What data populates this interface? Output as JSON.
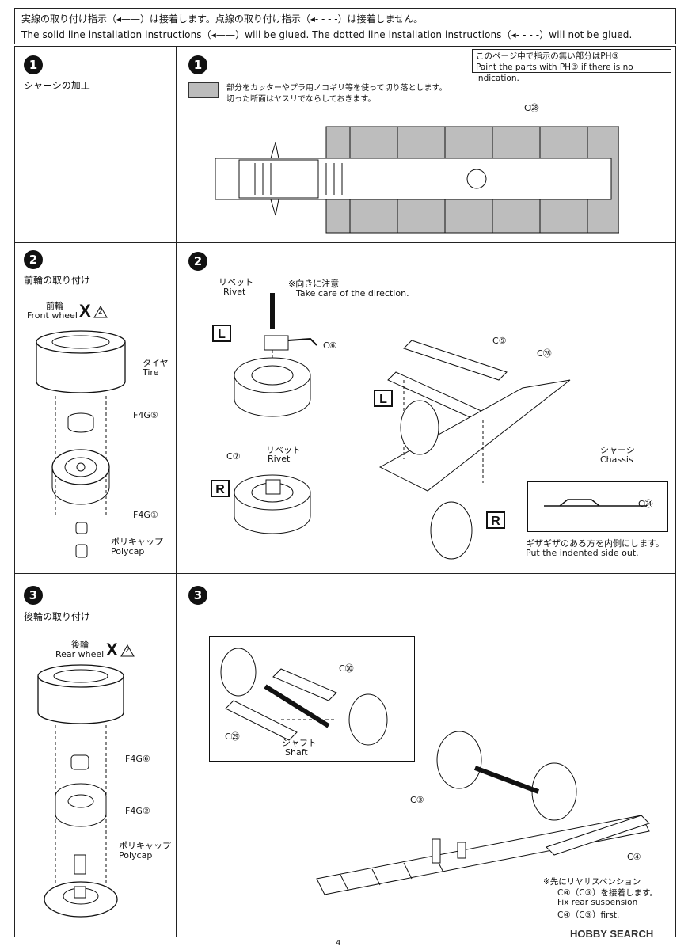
{
  "header": {
    "line_jp": "実線の取り付け指示（◂——）は接着します。点線の取り付け指示（◂- - - -）は接着しません。",
    "line_en": "The solid line installation instructions（◂——）will be glued. The dotted line installation instructions（◂- - - -）will not be glued."
  },
  "left": {
    "step1": {
      "num": "1",
      "title": "シャーシの加工"
    },
    "step2": {
      "num": "2",
      "title": "前輪の取り付け",
      "wheel_jp": "前輪",
      "wheel_en": "Front wheel",
      "count": "X",
      "count_num": "2",
      "tire_jp": "タイヤ",
      "tire_en": "Tire",
      "part_a": "F4G⑤",
      "part_b": "F4G①",
      "poly_jp": "ポリキャップ",
      "poly_en": "Polycap"
    },
    "step3": {
      "num": "3",
      "title": "後輪の取り付け",
      "wheel_jp": "後輪",
      "wheel_en": "Rear wheel",
      "count": "X",
      "count_num": "2",
      "part_a": "F4G⑥",
      "part_b": "F4G②",
      "poly_jp": "ポリキャップ",
      "poly_en": "Polycap"
    }
  },
  "right": {
    "note_jp": "このページ中で指示の無い部分はPH③",
    "note_en": "Paint the parts with PH③ if there is no indication.",
    "step1": {
      "num": "1",
      "cut_jp1": "部分をカッターやプラ用ノコギリ等を使って切り落とします。",
      "cut_jp2": "切った断面はヤスリでならしておきます。",
      "part": "C㉘"
    },
    "step2": {
      "num": "2",
      "rivet_jp": "リベット",
      "rivet_en": "Rivet",
      "dir_jp": "※向きに注意",
      "dir_en": "Take care of the direction.",
      "part_c6": "C⑥",
      "part_c7": "C⑦",
      "rivet2_jp": "リベット",
      "rivet2_en": "Rivet",
      "part_c5": "C⑤",
      "part_c28": "C㉘",
      "chassis_jp": "シャーシ",
      "chassis_en": "Chassis",
      "part_c24": "C㉔",
      "indent_jp": "ギザギザのある方を内側にします。",
      "indent_en": "Put the indented side out.",
      "L": "L",
      "R": "R"
    },
    "step3": {
      "num": "3",
      "part_c30": "C㉚",
      "part_c29": "C㉙",
      "shaft_jp": "シャフト",
      "shaft_en": "Shaft",
      "part_c3": "C③",
      "part_c4": "C④",
      "fix_jp1": "※先にリヤサスペンション",
      "fix_jp2": "C④（C③）を接着します。",
      "fix_en1": "Fix rear suspension",
      "fix_en2": "C④（C③）first."
    }
  },
  "footer": {
    "page": "4",
    "watermark": "HOBBY SEARCH"
  }
}
